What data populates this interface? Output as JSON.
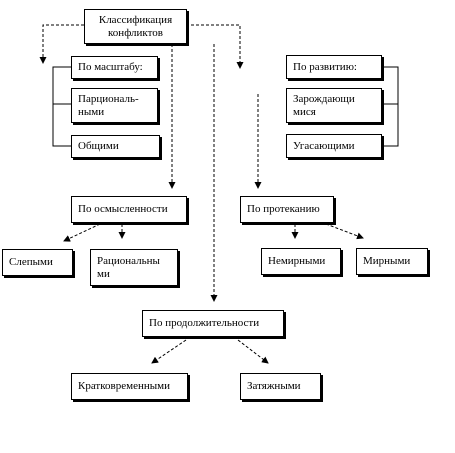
{
  "nodes": {
    "root": "Классификация\nконфликтов",
    "scale": "По масштабу:",
    "partial": "Парциональ-\nными",
    "general": "Общими",
    "development": "По развитию:",
    "emerging": "Зарождающи\nмися",
    "fading": "Угасающими",
    "awareness": "По осмысленности",
    "blind": "Слепыми",
    "rational": "Рациональны\nми",
    "course": "По протеканию",
    "nonpeaceful": "Немирными",
    "peaceful": "Мирными",
    "duration": "По продолжительности",
    "shortterm": "Кратковременными",
    "prolonged": "Затяжными"
  }
}
